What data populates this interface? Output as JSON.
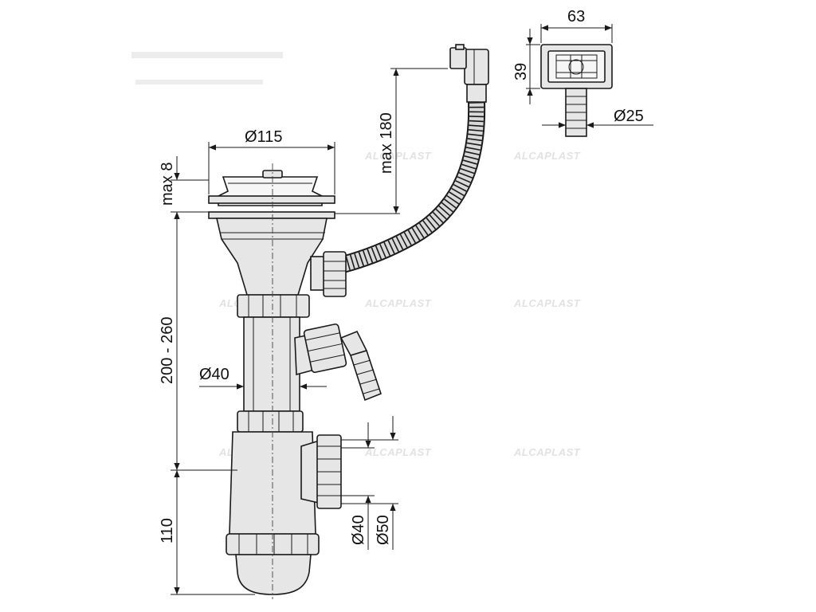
{
  "dimensions": {
    "rosette_width": "63",
    "rosette_height": "39",
    "overflow_hose_diameter": "Ø25",
    "strainer_diameter": "Ø115",
    "overflow_height": "max 180",
    "worktop_thickness": "max 8",
    "strainer_to_trap": "200 - 260",
    "pipe_diameter": "Ø40",
    "trap_height": "110",
    "outlet_diameter_inner": "Ø40",
    "outlet_diameter_outer": "Ø50"
  },
  "watermarks": [
    "ALCAPLAST",
    "ALCAPLAST",
    "ALCAPLAST",
    "ALCAPLAST",
    "ALCAPLAST",
    "ALCAPLAST",
    "ALCAPLAST",
    "ALCAPLAST"
  ],
  "colors": {
    "line": "#1a1a1a",
    "part_fill": "#e6e6e6",
    "watermark": "#e2e2e2"
  }
}
